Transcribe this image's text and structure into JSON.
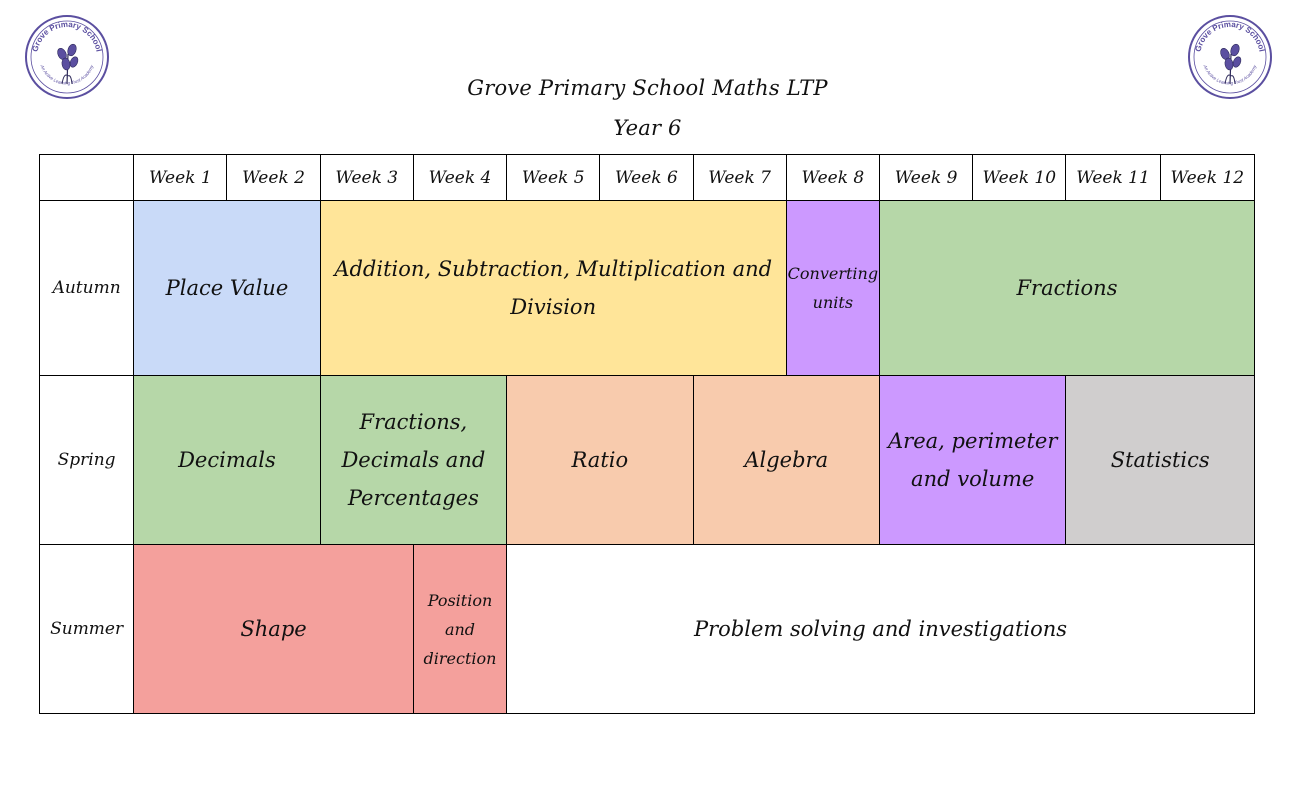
{
  "header": {
    "title": "Grove Primary School Maths LTP",
    "subtitle": "Year 6",
    "logo_text": "Grove Primary School",
    "logo_subtext": "An Active Learning Trust Academy"
  },
  "weeks": [
    "Week 1",
    "Week 2",
    "Week 3",
    "Week 4",
    "Week 5",
    "Week 6",
    "Week 7",
    "Week 8",
    "Week 9",
    "Week 10",
    "Week 11",
    "Week 12"
  ],
  "terms": {
    "autumn": {
      "label": "Autumn",
      "blocks": [
        {
          "label": "Place Value",
          "weeks": 2,
          "color": "#c9daf8"
        },
        {
          "label": "Addition, Subtraction, Multiplication and Division",
          "weeks": 5,
          "color": "#ffe599"
        },
        {
          "label": "Converting units",
          "weeks": 1,
          "color": "#cc99ff"
        },
        {
          "label": "Fractions",
          "weeks": 4,
          "color": "#b6d7a8"
        }
      ]
    },
    "spring": {
      "label": "Spring",
      "blocks": [
        {
          "label": "Decimals",
          "weeks": 2,
          "color": "#b6d7a8"
        },
        {
          "label": "Fractions, Decimals and Percentages",
          "weeks": 2,
          "color": "#b6d7a8"
        },
        {
          "label": "Ratio",
          "weeks": 2,
          "color": "#f8cbad"
        },
        {
          "label": "Algebra",
          "weeks": 2,
          "color": "#f8cbad"
        },
        {
          "label": "Area, perimeter and volume",
          "weeks": 2,
          "color": "#cc99ff"
        },
        {
          "label": "Statistics",
          "weeks": 2,
          "color": "#d0cece"
        }
      ]
    },
    "summer": {
      "label": "Summer",
      "blocks": [
        {
          "label": "Shape",
          "weeks": 3,
          "color": "#f4a09c"
        },
        {
          "label": "Position and direction",
          "weeks": 1,
          "color": "#f4a09c"
        },
        {
          "label": "Problem solving and investigations",
          "weeks": 8,
          "color": "#ffffff"
        }
      ]
    }
  }
}
